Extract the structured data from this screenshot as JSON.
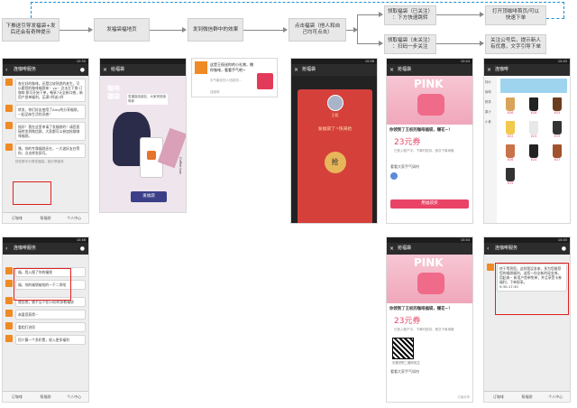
{
  "flow": {
    "step1": [
      "下推送引导发福袋+发",
      "后还会有奇种提示"
    ],
    "step2": "发福袋福地页",
    "step3": "发到微信群中的效果",
    "step4": [
      "点击福袋（他人和自",
      "己均可点击）"
    ],
    "step5a": [
      "领取福袋（已关注）",
      "：下方快速跳转"
    ],
    "step5b": [
      "领取福袋（未关注）",
      "：扫码一步关注"
    ],
    "step6a": [
      "打开顶咖啡首页/可以",
      "快速下单"
    ],
    "step6b": [
      "关注公号后，提示新人",
      "有优惠，文字引导下单"
    ]
  },
  "screen1": {
    "time": "10:30",
    "title": "连咖啡服务",
    "m1": "各位好的咖啡，还是比较熟悉的老生，可以跟您的咖啡福袋来~ yo~ 点击左下角'订咖啡'即可开始下单，畅享7天全新口感，新用户首单福利，买满7杯送1杯",
    "m2": "转发，你们好友使用了Amy的分享福袋，一起品味生活的灵感！",
    "m3": "接好！我在这里申请了发福袋的！请您直接转发到微信群，大家都可以参加抢取咖啡福袋。",
    "m4": "嘿，你的专属福袋还在，一大波好友在等你，点击转发即可。",
    "hint": "快在群中分享发福袋，越分享越多",
    "menu": [
      "订咖啡",
      "帮福袋",
      "个人中心"
    ]
  },
  "screen2": {
    "title": "给福袋",
    "big": "咖啡福袋",
    "tag": "发福袋给朋友，大家来抢咖啡券",
    "btn": "发福袋",
    "brand": "Coffee box"
  },
  "screen3": {
    "line1": "这是王权送你的小礼物，赠你咖啡，看看手气吧~",
    "line2": "手气最佳的人还能领…",
    "foot": "连咖啡"
  },
  "screen4": {
    "time": "10:58",
    "title": "抢福袋",
    "name": "王权",
    "msg": "发福袋了~快来抢",
    "btn": "抢"
  },
  "screen5": {
    "time": "10:44",
    "title": "抢福袋",
    "banner": "PINK",
    "congrats": "你领到了王权的咖啡福袋，赚花~！",
    "amount": "23元券",
    "desc": "已放入账户中，下单时抵扣，首次下单用哦",
    "friends": "看看大家手气如何",
    "btn": "用福袋买"
  },
  "screen6": {
    "time": "10:45",
    "title": "连咖啡",
    "cats": [
      "特价",
      "咖啡",
      "鲜茶",
      "果汁",
      "小食"
    ],
    "prices": [
      "¥26",
      "¥28",
      "¥25",
      "¥22",
      "¥23",
      "¥19",
      "¥26",
      "¥24",
      "¥27",
      "¥25"
    ]
  },
  "screen7": {
    "time": "10:46",
    "title": "连咖啡服务",
    "m1": "福，我入围了你的福袋",
    "m2": "福，你的福袋被抢的一干二净啦",
    "m3": "就您抱，猜手至少在20份的多数福袋",
    "m4": "恭喜您获得~",
    "m5": "看相打进项",
    "m6": "恒少算一个多积累，收入更多福利",
    "menu": [
      "订咖啡",
      "帮福袋",
      "个人中心"
    ]
  },
  "screen8": {
    "time": "10:44",
    "title": "抢福袋",
    "banner": "PINK",
    "congrats": "你领到了王权的咖啡福袋，赚花~！",
    "amount": "23元券",
    "desc": "已放入账户中，下单时抵扣，首次下单用哦",
    "qrcap": "长按识别二维码关注",
    "friends": "看看大家手气如何",
    "foot": "订阅分享"
  },
  "screen9": {
    "time": "10:45",
    "title": "连咖啡服务",
    "msg": "终于等到您，这样我没发来，多为您推荐您的福袋福利，送您一份全新的现金券，用起来~ 新用户首单免单，并且享受卡券福利，下单即享。",
    "time2": "9:30-17:30",
    "menu": [
      "订咖啡",
      "帮福袋",
      "个人中心"
    ]
  },
  "colors": {
    "accent": "#e02020",
    "flow": "#1d8fd3"
  }
}
